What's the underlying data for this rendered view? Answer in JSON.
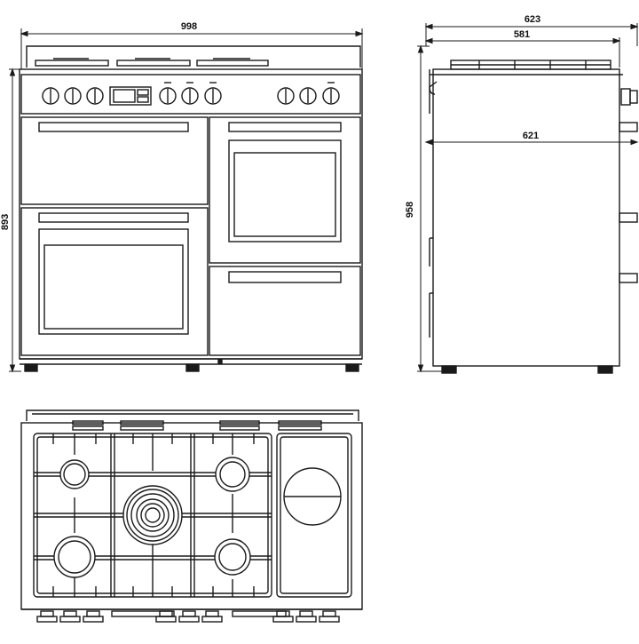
{
  "drawing": {
    "line_color": "#1a1a1a",
    "background": "#ffffff",
    "dimensions": {
      "front_width": "998",
      "front_height": "893",
      "side_depth_total": "623",
      "side_depth_body": "581",
      "side_depth_inner": "621",
      "side_height": "958"
    }
  }
}
